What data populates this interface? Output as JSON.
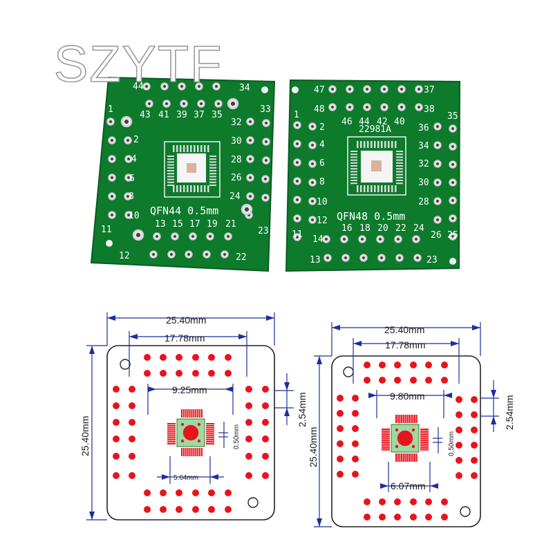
{
  "watermark": "SZYTF",
  "board_left": {
    "title": "QFN44 0.5mm",
    "top_row_labels": [
      "44",
      "34"
    ],
    "top_inner_labels": [
      "43",
      "41",
      "39",
      "37",
      "35"
    ],
    "left_outer_labels": [
      "1",
      "11"
    ],
    "left_inner_labels": [
      "2",
      "4",
      "6",
      "8",
      "10"
    ],
    "right_outer_labels": [
      "33",
      "23"
    ],
    "right_inner_labels": [
      "32",
      "30",
      "28",
      "26",
      "24"
    ],
    "bottom_inner_labels": [
      "13",
      "15",
      "17",
      "19",
      "21"
    ],
    "bottom_row_labels": [
      "12",
      "22"
    ]
  },
  "board_right": {
    "title": "QFN48 0.5mm",
    "code": "22981A",
    "top_row_labels": [
      "47",
      "37"
    ],
    "top_inner_labels": [
      "48",
      "46",
      "44",
      "42",
      "40",
      "38"
    ],
    "left_outer_labels": [
      "1",
      "11"
    ],
    "left_inner_labels": [
      "2",
      "4",
      "6",
      "8",
      "10",
      "12"
    ],
    "right_outer_labels": [
      "35",
      "25"
    ],
    "right_inner_labels": [
      "36",
      "34",
      "32",
      "30",
      "28",
      "26"
    ],
    "bottom_inner_labels": [
      "14",
      "16",
      "18",
      "20",
      "22",
      "24"
    ],
    "bottom_row_labels": [
      "13",
      "23"
    ]
  },
  "diagram_left": {
    "width": "25.40mm",
    "pitch_span": "17.78mm",
    "inner_span": "9.25mm",
    "height": "25.40mm",
    "pin_pitch": "2.54mm",
    "pad_pitch": "0.50mm",
    "pad_span": "5.64mm"
  },
  "diagram_right": {
    "width": "25.40mm",
    "pitch_span": "17.78mm",
    "inner_span": "9.80mm",
    "height": "25.40mm",
    "pin_pitch": "2.54mm",
    "pad_pitch": "0.50mm",
    "pad_span": "6.07mm"
  },
  "colors": {
    "pcb_green": "#0f7a2e",
    "pad_red": "#e8141b",
    "dimension_blue": "#1c2f9a"
  }
}
